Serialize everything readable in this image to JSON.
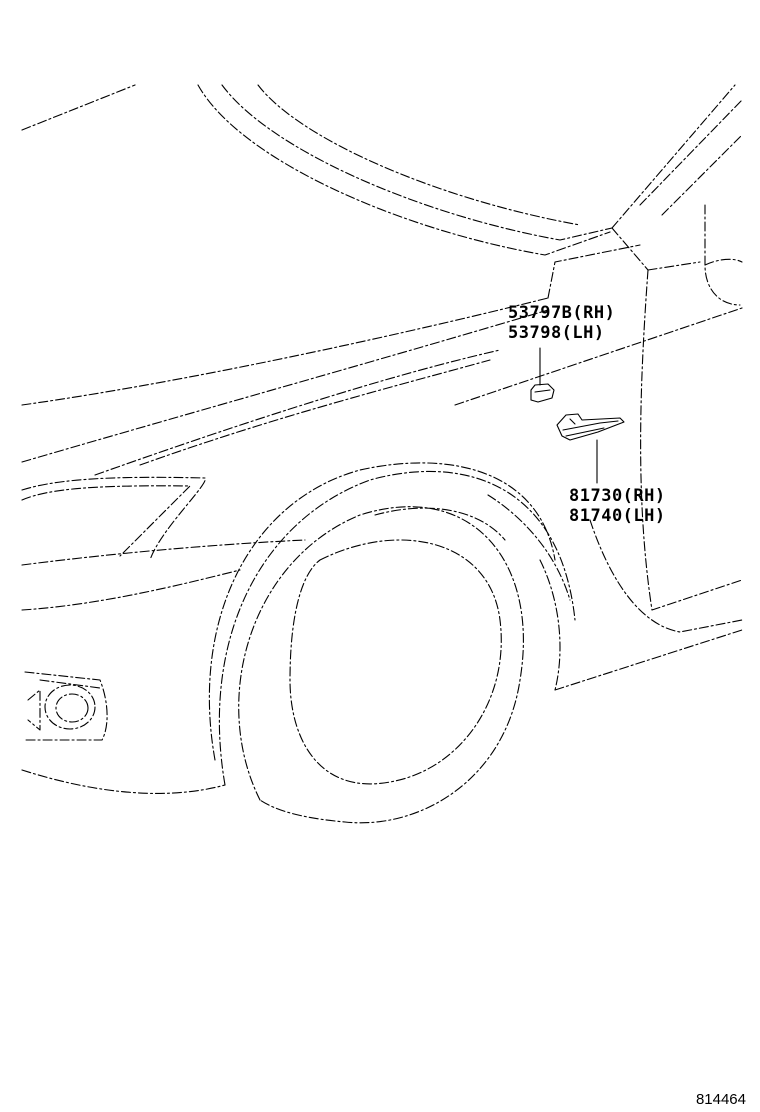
{
  "parts": [
    {
      "number": "53797B",
      "side": "(RH)"
    },
    {
      "number": "53798",
      "side": "(LH)"
    },
    {
      "number": "81730",
      "side": "(RH)"
    },
    {
      "number": "81740",
      "side": "(LH)"
    }
  ],
  "labels": {
    "clip_rh": "53797B(RH)",
    "clip_lh": "53798(LH)",
    "lamp_rh": "81730(RH)",
    "lamp_lh": "81740(LH)"
  },
  "drawing_number": "814464"
}
